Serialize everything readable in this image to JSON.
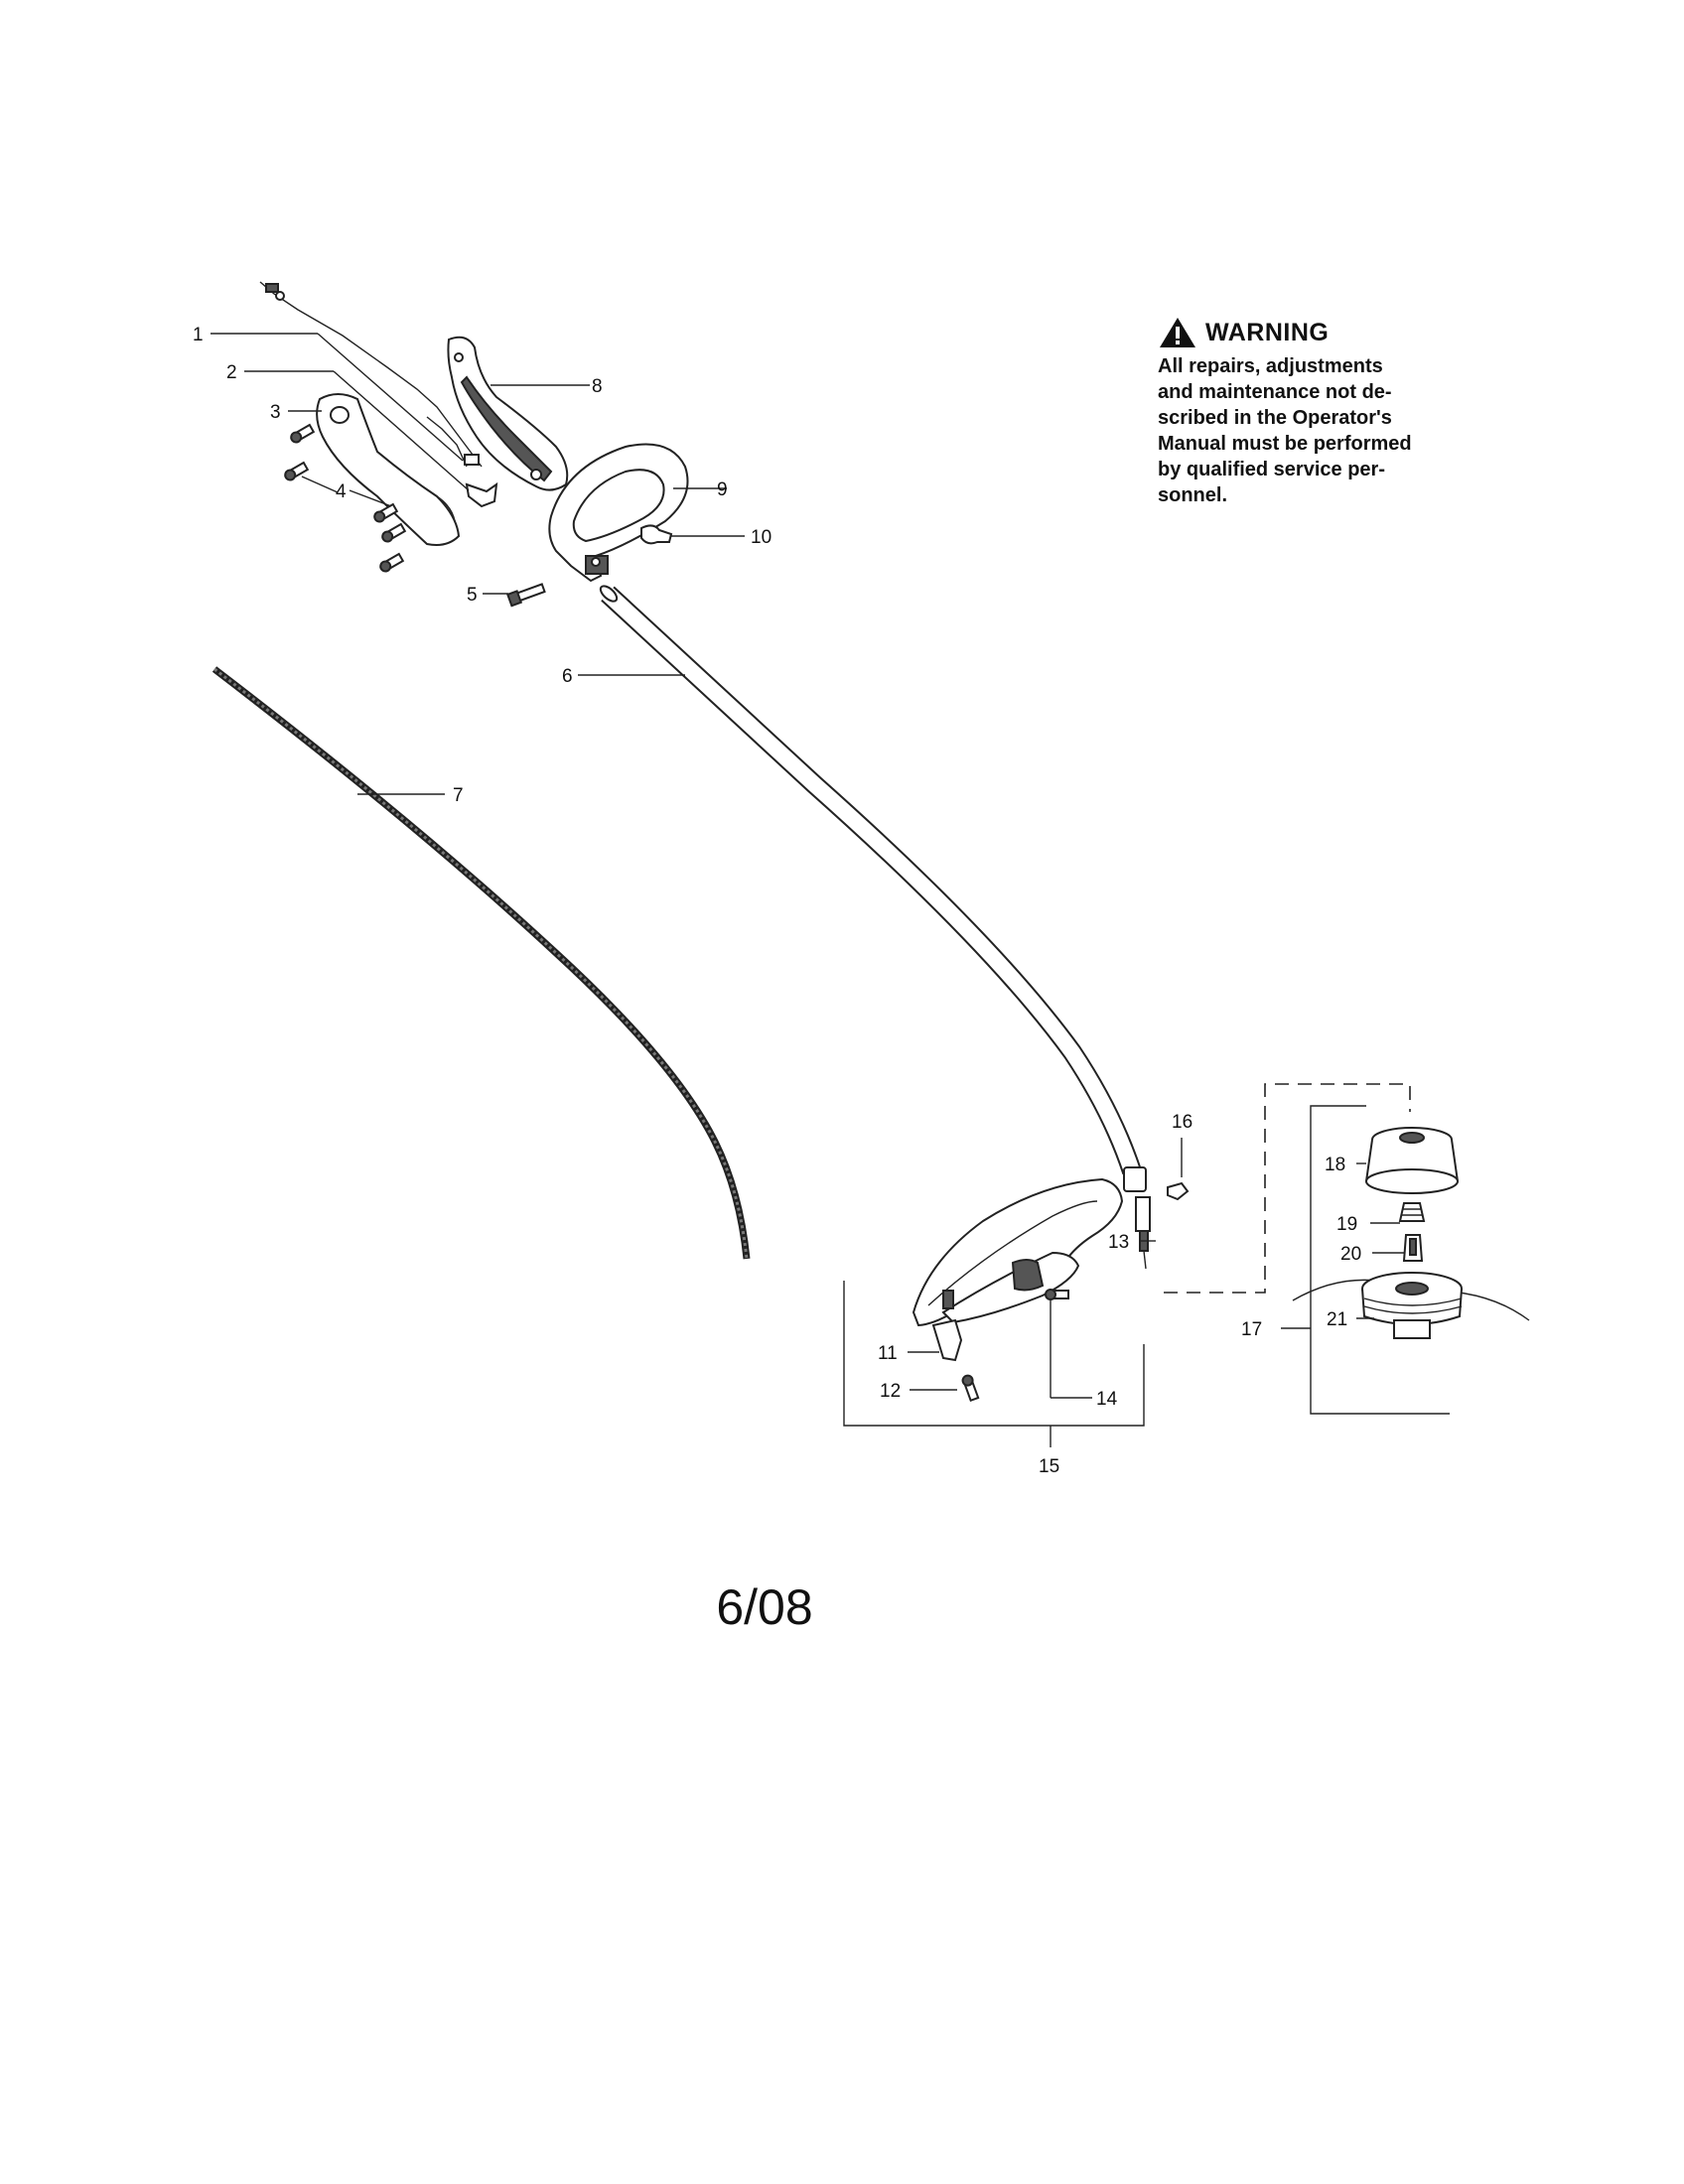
{
  "warning": {
    "title": "WARNING",
    "icon": "warning-triangle-icon",
    "lines": [
      "All repairs, adjustments",
      "and maintenance not de-",
      "scribed in the Operator's",
      "Manual must be performed",
      "by qualified service per-",
      "sonnel."
    ]
  },
  "callouts": [
    "1",
    "2",
    "3",
    "4",
    "5",
    "6",
    "7",
    "8",
    "9",
    "10",
    "11",
    "12",
    "13",
    "14",
    "15",
    "16",
    "17",
    "18",
    "19",
    "20",
    "21"
  ],
  "page_code": "6/08"
}
